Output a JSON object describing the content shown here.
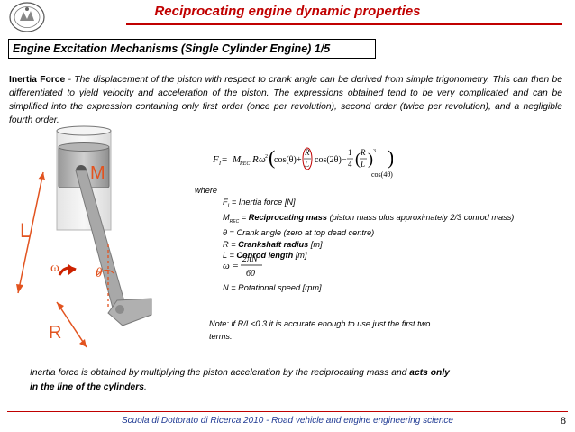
{
  "header": {
    "title": "Reciprocating engine dynamic properties"
  },
  "slide": {
    "subtitle": "Engine Excitation Mechanisms (Single Cylinder Engine) 1/5"
  },
  "intro": {
    "lead": "Inertia Force",
    "text": " - The displacement of the piston with respect to crank angle can be derived from simple trigonometry. This can then be differentiated to yield velocity and acceleration of the piston. The expressions obtained tend to be very complicated and can be simplified into the expression containing only first order (once per revolution), second order (twice per revolution), and a negligible fourth order."
  },
  "diagram": {
    "label_m": "M",
    "label_l": "L",
    "label_omega": "ω",
    "label_theta": "θ",
    "label_r": "R"
  },
  "formula": {
    "lhs": "F",
    "lhs_sub": "I",
    "eq": " = ",
    "mass": "M",
    "mass_sub": "REC",
    "r": "R",
    "omega": "ω",
    "sq": "2",
    "cos1": "cos(θ)",
    "cos2": "cos(2θ)",
    "cos4": "cos(4θ)",
    "frac_r": "R",
    "frac_l": "L",
    "one": "1",
    "four": "4",
    "cube": "3",
    "plus": "+",
    "minus": "−"
  },
  "where": {
    "label": "where",
    "fi_sym": "F",
    "fi_sub": "I",
    "fi_text": " = Inertia force [N]",
    "mrec_sym": "M",
    "mrec_sub": "REC",
    "mrec_mid": " = ",
    "mrec_bold": "Reciprocating mass",
    "mrec_text": " (piston mass plus approximately 2/3 conrod mass)",
    "theta_text": "θ = Crank angle (zero at top dead centre)",
    "r_pre": "R = ",
    "r_bold": "Crankshaft radius",
    "r_post": " [m]",
    "l_pre": "L = ",
    "l_bold": "Conrod length",
    "l_post": " [m]",
    "omega_lhs": "ω =",
    "omega_num": "2πN",
    "omega_den": "60",
    "n_text": "N = Rotational speed [rpm]"
  },
  "note": {
    "text": "Note: if R/L<0.3 it is accurate enough to use just the first two terms."
  },
  "conclusion": {
    "text": "Inertia force is obtained by multiplying the piston acceleration by the reciprocating mass and ",
    "bold1": "acts only",
    "bold2": "in the line of the cylinders",
    "end": "."
  },
  "footer": {
    "text": "Scuola di Dottorato di Ricerca 2010 -  Road vehicle and engine  engineering science",
    "page": "8"
  },
  "colors": {
    "title": "#c00000",
    "footer": "#1f3a93",
    "accent": "#e2531f"
  }
}
